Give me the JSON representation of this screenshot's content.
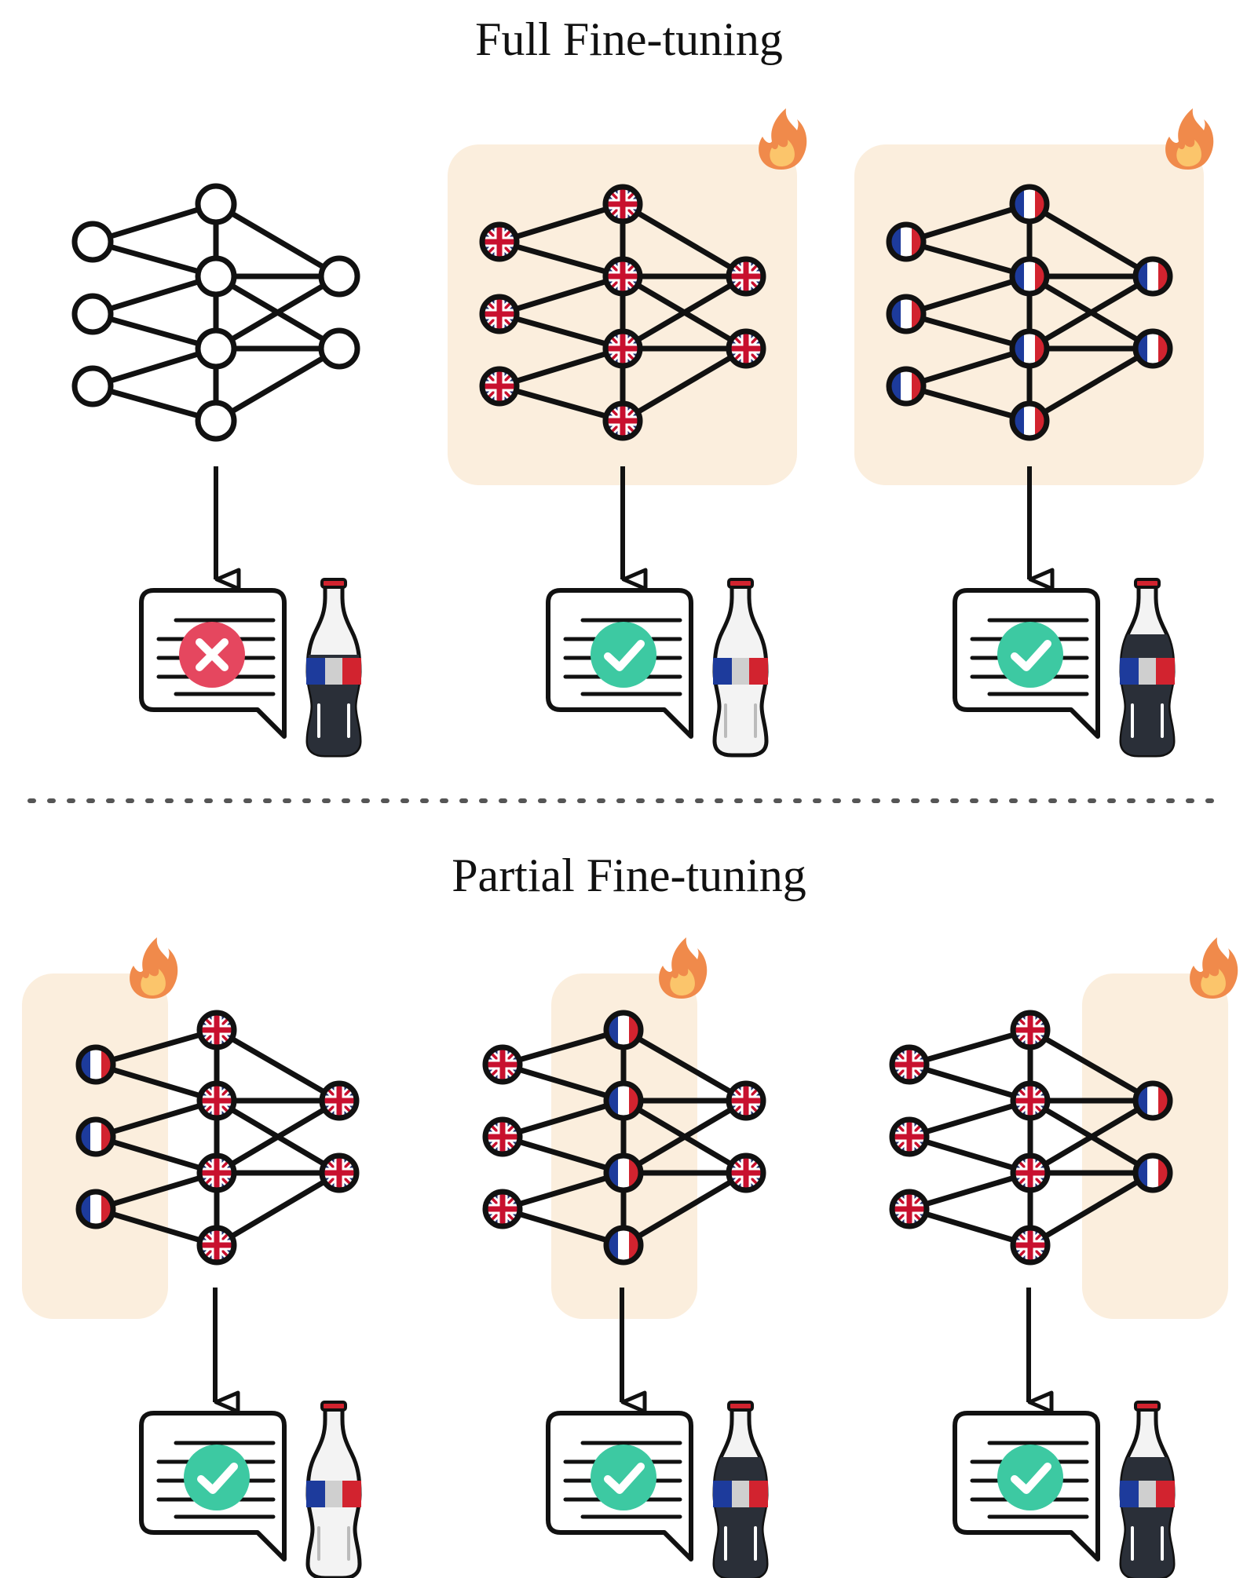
{
  "colors": {
    "highlight": "#fbeedd",
    "ink": "#111111",
    "uk_blue": "#1f2e6e",
    "uk_red": "#c8102e",
    "fr_blue": "#1d3b9c",
    "fr_red": "#d2232f",
    "check_green": "#3dc9a2",
    "cross_red": "#e5475f",
    "flame_outer": "#f08a4b",
    "flame_inner": "#fbc56b",
    "cola_dark": "#2a2f38"
  },
  "sections": [
    {
      "title": "Full Fine-tuning",
      "panels": [
        {
          "node_style": "plain",
          "fine_tuned": "none",
          "result": "incorrect",
          "bottle": "half-full"
        },
        {
          "node_style": "uk",
          "fine_tuned": "all",
          "result": "correct",
          "bottle": "empty"
        },
        {
          "node_style": "fr",
          "fine_tuned": "all",
          "result": "correct",
          "bottle": "full"
        }
      ]
    },
    {
      "title": "Partial Fine-tuning",
      "panels": [
        {
          "node_style": "mixed",
          "fr_layer": "input",
          "fine_tuned": "input-layer",
          "result": "correct",
          "bottle": "empty"
        },
        {
          "node_style": "mixed",
          "fr_layer": "hidden",
          "fine_tuned": "hidden-layer",
          "result": "correct",
          "bottle": "full"
        },
        {
          "node_style": "mixed",
          "fr_layer": "output",
          "fine_tuned": "output-layer",
          "result": "correct",
          "bottle": "full"
        }
      ]
    }
  ],
  "icons": [
    "flame-icon",
    "uk-flag-icon",
    "france-flag-icon",
    "check-icon",
    "cross-icon",
    "speech-bubble-icon",
    "cola-bottle-icon"
  ]
}
